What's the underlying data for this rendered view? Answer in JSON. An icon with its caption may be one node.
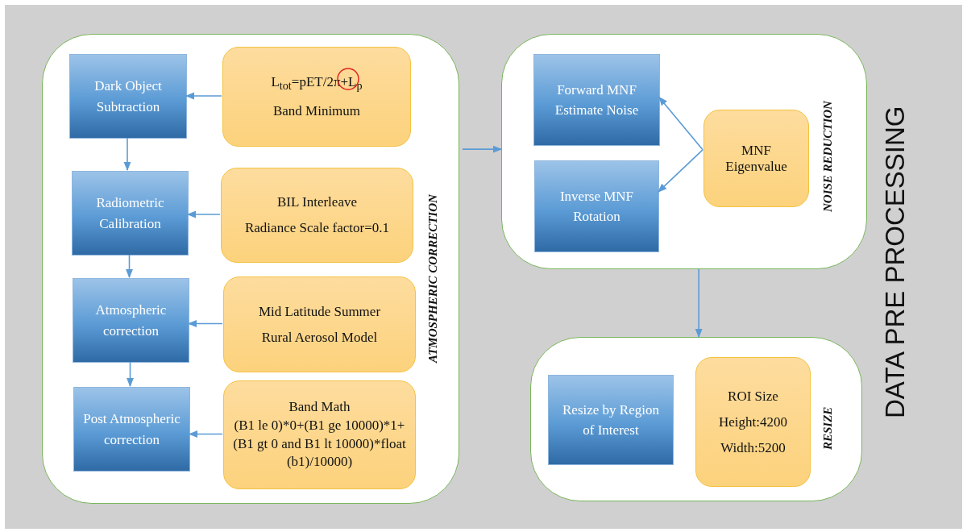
{
  "diagram": {
    "title": "DATA PRE PROCESSING",
    "nodes": [
      {
        "text": [
          "ATMOSPHERIC CORRECTION"
        ]
      },
      {
        "text": [
          "Dark Object Subtraction"
        ],
        "in": 0
      },
      {
        "text": [
          "L$_{tot}$=pET/2π+L$_{p}$",
          "Band Minimum"
        ],
        "in": 0
      },
      {
        "text": [
          "Radiometric Calibration"
        ],
        "in": 0
      },
      {
        "text": [
          "BIL Interleave",
          "Radiance Scale factor=0.1"
        ],
        "in": 0
      },
      {
        "text": [
          "Atmospheric correction"
        ],
        "in": 0
      },
      {
        "text": [
          "Mid Latitude Summer",
          "Rural Aerosol Model"
        ],
        "in": 0
      },
      {
        "text": [
          "Post Atmospheric correction"
        ],
        "in": 0
      },
      {
        "text": [
          "Band Math",
          "(B1 le 0)*0+(B1 ge 10000)*1+(B1 gt 0 and B1 lt 10000)*float (b1)/10000)"
        ],
        "in": 0
      },
      {
        "text": [
          "NOISE REDUCTION"
        ]
      },
      {
        "text": [
          "Forward MNF Estimate Noise"
        ],
        "in": 9
      },
      {
        "text": [
          "Inverse MNF Rotation"
        ],
        "in": 9
      },
      {
        "text": [
          "MNF Eigenvalue"
        ],
        "in": 9
      },
      {
        "text": [
          "RESIZE"
        ]
      },
      {
        "text": [
          "Resize by Region of Interest"
        ],
        "in": 13
      },
      {
        "text": [
          "ROI Size",
          "Height:4200",
          "Width:5200"
        ],
        "in": 13
      }
    ],
    "edges": [
      {
        "from": 2,
        "to": 1,
        "arrow": "to"
      },
      {
        "from": 1,
        "to": 3,
        "arrow": "to"
      },
      {
        "from": 4,
        "to": 3,
        "arrow": "to"
      },
      {
        "from": 3,
        "to": 5,
        "arrow": "to"
      },
      {
        "from": 6,
        "to": 5,
        "arrow": "to"
      },
      {
        "from": 5,
        "to": 7,
        "arrow": "to"
      },
      {
        "from": 8,
        "to": 7,
        "arrow": "to"
      },
      {
        "from": 0,
        "to": 9,
        "arrow": "to"
      },
      {
        "from": 12,
        "to": 10,
        "arrow": "to"
      },
      {
        "from": 12,
        "to": 11,
        "arrow": "to"
      },
      {
        "from": 9,
        "to": 13,
        "arrow": "to"
      }
    ]
  }
}
